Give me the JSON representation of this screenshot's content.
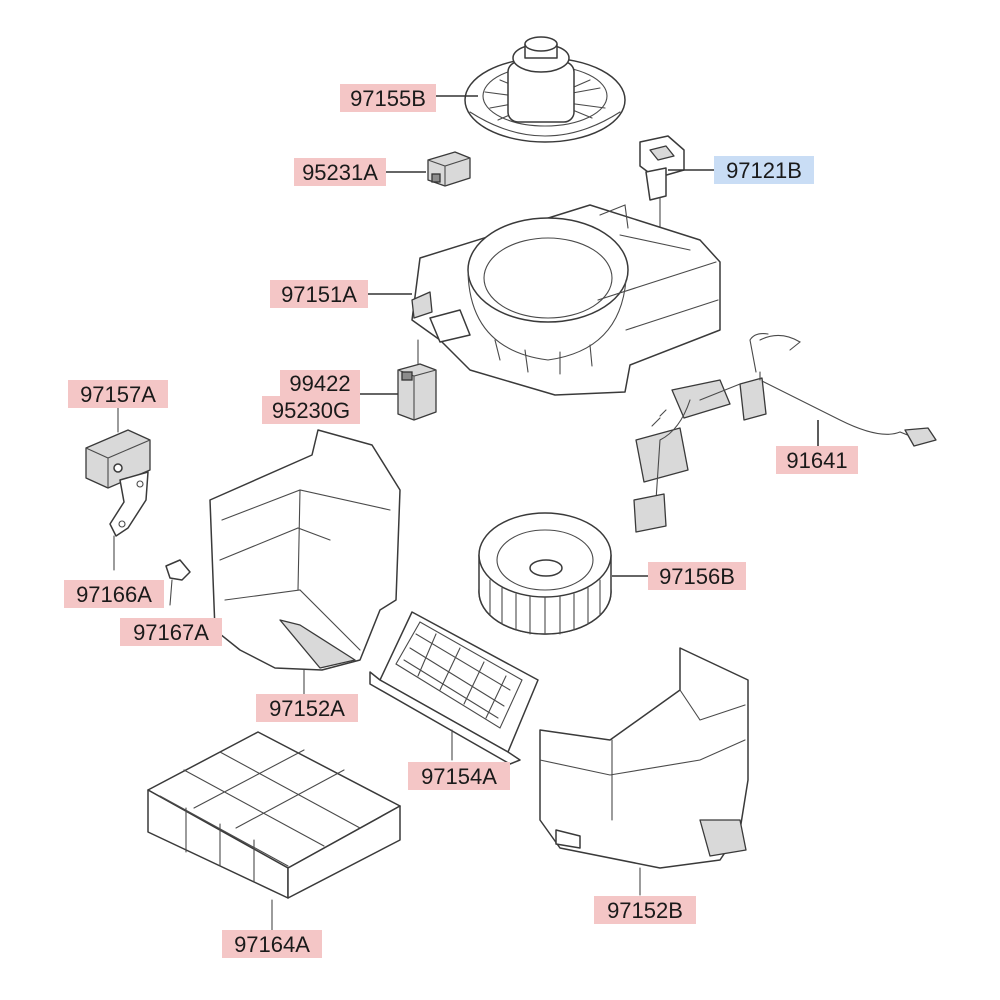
{
  "colors": {
    "label_default_bg": "#f4c6c6",
    "label_highlight_bg": "#c9ddf5",
    "label_text": "#1a1a1a"
  },
  "highlighted_part": "97121B",
  "parts": [
    {
      "id": "97155B",
      "text": "97155B"
    },
    {
      "id": "95231A",
      "text": "95231A"
    },
    {
      "id": "97121B",
      "text": "97121B"
    },
    {
      "id": "97151A",
      "text": "97151A"
    },
    {
      "id": "99422",
      "text": "99422"
    },
    {
      "id": "95230G",
      "text": "95230G"
    },
    {
      "id": "97157A",
      "text": "97157A"
    },
    {
      "id": "91641",
      "text": "91641"
    },
    {
      "id": "97166A",
      "text": "97166A"
    },
    {
      "id": "97156B",
      "text": "97156B"
    },
    {
      "id": "97167A",
      "text": "97167A"
    },
    {
      "id": "97152A",
      "text": "97152A"
    },
    {
      "id": "97154A",
      "text": "97154A"
    },
    {
      "id": "97164A",
      "text": "97164A"
    },
    {
      "id": "97152B",
      "text": "97152B"
    }
  ]
}
